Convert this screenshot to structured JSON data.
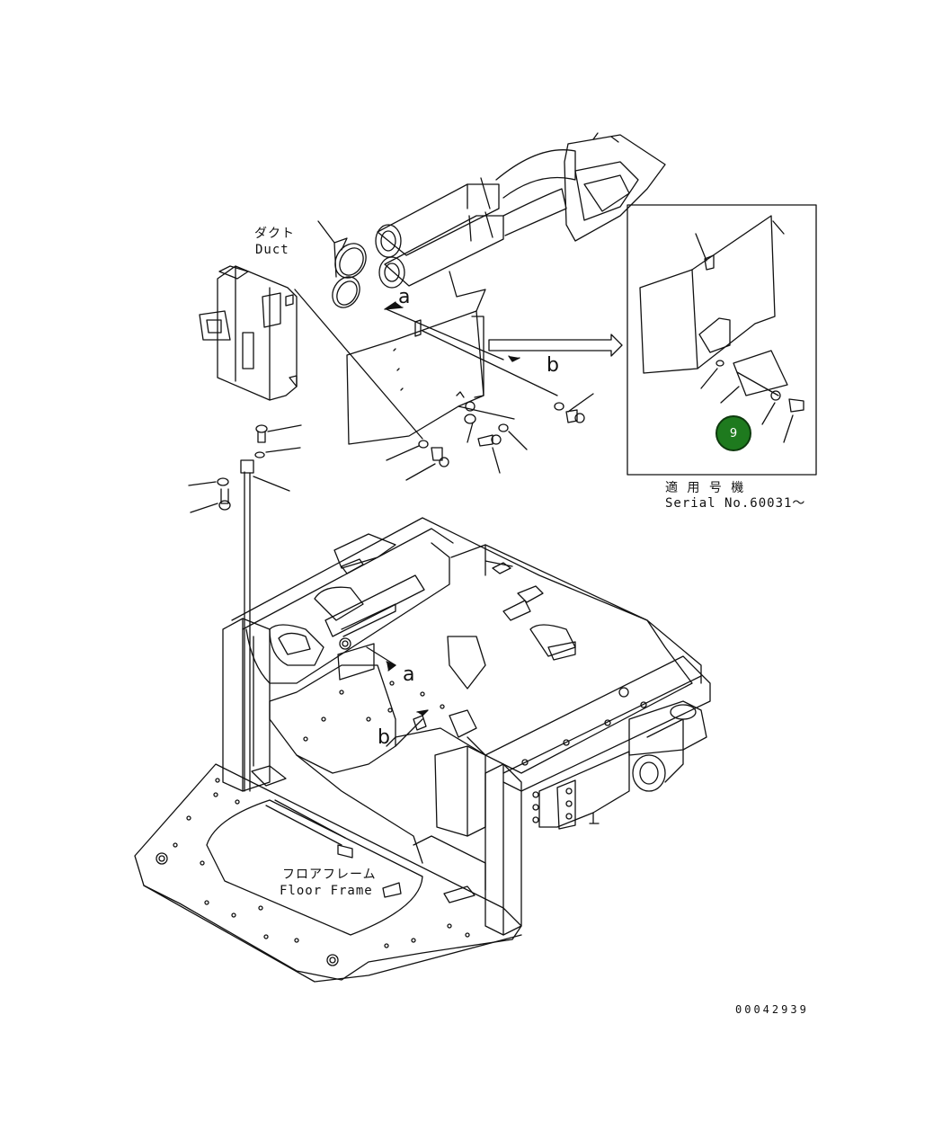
{
  "labels": {
    "duct_jp": "ダクト",
    "duct_en": "Duct",
    "floor_frame_jp": "フロアフレーム",
    "floor_frame_en": "Floor Frame",
    "serial_jp": "適 用 号 機",
    "serial_en": "Serial No.60031～",
    "ref_a_top": "a",
    "ref_b_top": "b",
    "ref_a_frame": "a",
    "ref_b_frame": "b"
  },
  "callout": {
    "number": "9",
    "color": "#1e7a1e"
  },
  "drawing_number": "00042939"
}
